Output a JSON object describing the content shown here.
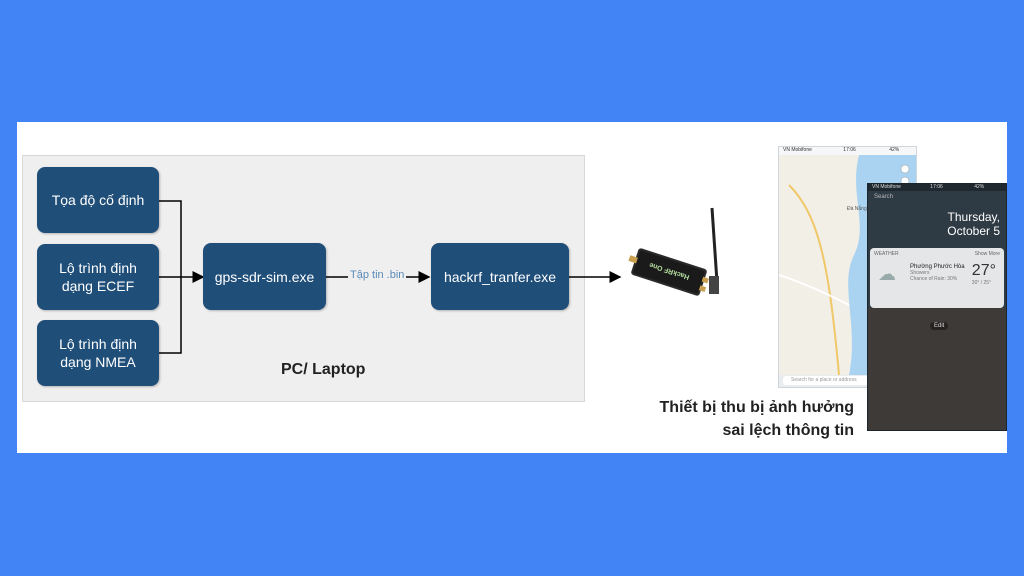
{
  "nodes": {
    "fixed_coords": "Tọa độ cố định",
    "ecef_line1": "Lộ trình định",
    "ecef_line2": "dạng ECEF",
    "nmea_line1": "Lộ trình định",
    "nmea_line2": "dạng NMEA",
    "gps_sim": "gps-sdr-sim.exe",
    "hackrf": "hackrf_tranfer.exe"
  },
  "edge_label": "Tập tin .bin",
  "pc_label": "PC/ Laptop",
  "device_caption_line1": "Thiết bị thu bị ảnh hưởng",
  "device_caption_line2": "sai lệch thông tin",
  "hackrf_device_text": "HackRF One",
  "phone_back": {
    "carrier": "VN Mobifone",
    "time": "17:06",
    "battery": "42%",
    "map_city": "Đà Nẵng",
    "search_placeholder": "Search for a place or address"
  },
  "phone_front": {
    "carrier": "VN Mobifone",
    "time": "17:06",
    "battery": "42%",
    "day": "Thursday,",
    "date": "October 5",
    "widget_title": "WEATHER",
    "widget_more": "Show More",
    "place": "Phường Phước Hòa",
    "condition": "Showers",
    "rain_chance": "Chance of Rain: 30%",
    "temp": "27°",
    "range": "30° / 25°",
    "edit": "Edit",
    "search": "Search"
  },
  "colors": {
    "background": "#4284f5",
    "node_fill": "#1f4e79",
    "panel_fill": "#efefef"
  }
}
